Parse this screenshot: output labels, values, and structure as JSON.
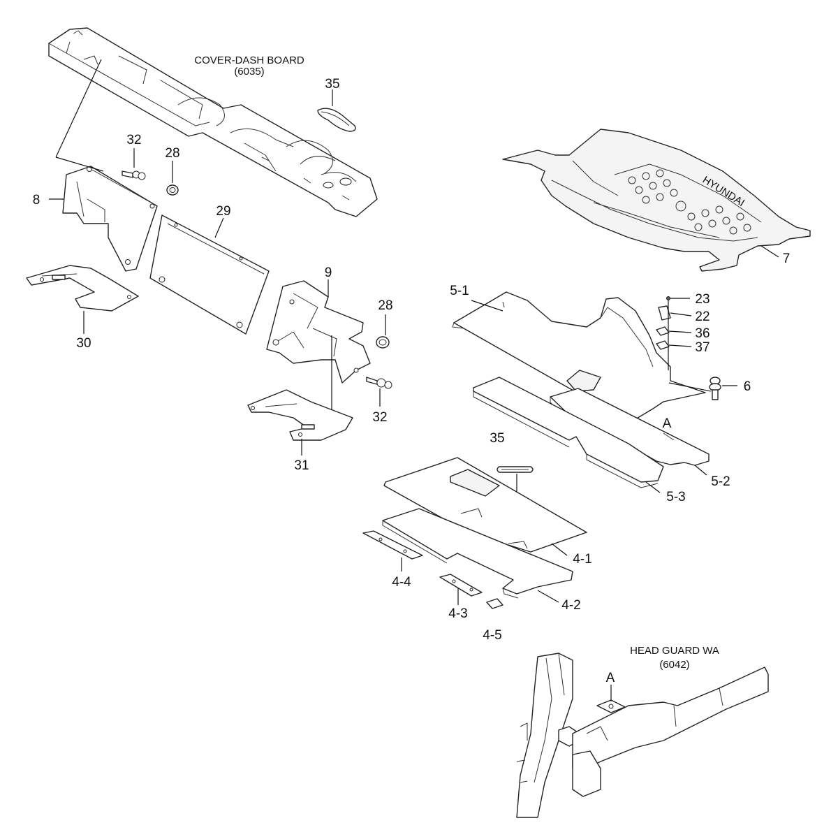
{
  "assemblies": [
    {
      "id": "cover-dash-board",
      "name": "COVER-DASH BOARD",
      "code": "(6035)"
    },
    {
      "id": "head-guard-wa",
      "name": "HEAD GUARD WA",
      "code": "(6042)"
    }
  ],
  "brand_mark": "HYUNDAI",
  "callouts": [
    "35",
    "32",
    "28",
    "8",
    "29",
    "9",
    "30",
    "28",
    "32",
    "31",
    "7",
    "5-1",
    "23",
    "22",
    "36",
    "37",
    "6",
    "A",
    "35",
    "5-2",
    "5-3",
    "4-1",
    "4-4",
    "4-2",
    "4-3",
    "4-5",
    "A"
  ]
}
